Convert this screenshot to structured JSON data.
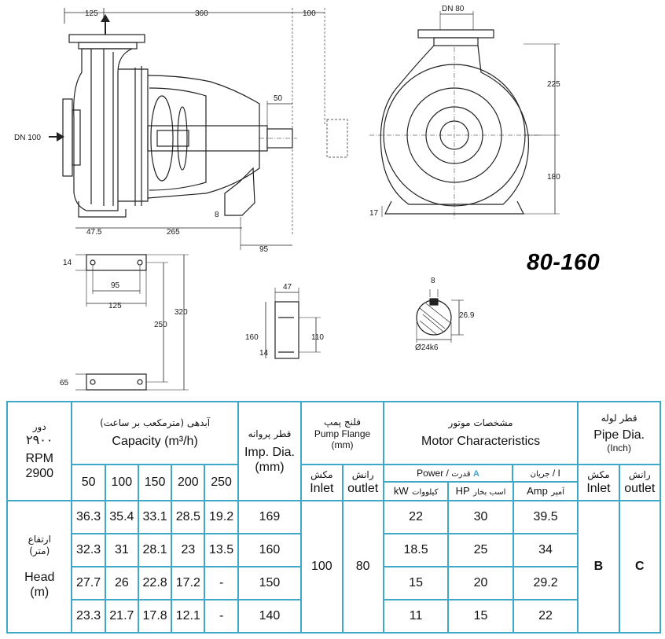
{
  "model": "80-160",
  "dimensions": {
    "top": [
      "125",
      "360",
      "100",
      "DN 80"
    ],
    "side": [
      "DN 100",
      "50",
      "8",
      "47.5",
      "265",
      "95",
      "225",
      "180",
      "17"
    ],
    "base": [
      "14",
      "95",
      "125",
      "250",
      "320",
      "65"
    ],
    "flange": [
      "47",
      "160",
      "110",
      "14"
    ],
    "shaft": [
      "8",
      "26.9",
      "Ø24k6"
    ]
  },
  "table": {
    "speed_fa": "دور",
    "speed_fa_num": "۲۹۰۰",
    "rpm_label": "RPM",
    "rpm_value": "2900",
    "head_fa": "ارتفاع",
    "head_fa_unit": "(متر)",
    "head_en": "Head",
    "head_unit": "(m)",
    "capacity_fa": "آبدهی (مترمکعب بر ساعت)",
    "capacity_en": "Capacity (m³/h)",
    "capacity_cols": [
      "50",
      "100",
      "150",
      "200",
      "250"
    ],
    "imp_fa": "قطر پروانه",
    "imp_en": "Imp. Dia.",
    "imp_unit": "(mm)",
    "flange_fa": "فلنج پمپ",
    "flange_en": "Pump Flange",
    "flange_unit": "(mm)",
    "flange_inlet_fa": "مکش",
    "flange_inlet_en": "Inlet",
    "flange_outlet_fa": "رانش",
    "flange_outlet_en": "outlet",
    "motor_fa": "مشخصات موتور",
    "motor_en": "Motor Characteristics",
    "power_en": "Power",
    "power_sep": "/",
    "power_fa": "قدرت",
    "power_letter": "A",
    "current_fa": "جریان",
    "current_sep": "/",
    "current_en": "I",
    "kw_en": "kW",
    "kw_fa": "کیلووات",
    "hp_en": "HP",
    "hp_fa": "اسب بخار",
    "amp_en": "Amp",
    "amp_fa": "آمپر",
    "pipe_fa": "قطر لوله",
    "pipe_en": "Pipe Dia.",
    "pipe_unit": "(Inch)",
    "pipe_inlet_fa": "مکش",
    "pipe_inlet_en": "Inlet",
    "pipe_outlet_fa": "رانش",
    "pipe_outlet_en": "outlet",
    "inlet_mm": "100",
    "outlet_mm": "80",
    "pipe_inlet_val": "B",
    "pipe_outlet_val": "C",
    "rows": [
      {
        "heads": [
          "36.3",
          "35.4",
          "33.1",
          "28.5",
          "19.2"
        ],
        "imp": "169",
        "kw": "22",
        "hp": "30",
        "amp": "39.5"
      },
      {
        "heads": [
          "32.3",
          "31",
          "28.1",
          "23",
          "13.5"
        ],
        "imp": "160",
        "kw": "18.5",
        "hp": "25",
        "amp": "34"
      },
      {
        "heads": [
          "27.7",
          "26",
          "22.8",
          "17.2",
          "-"
        ],
        "imp": "150",
        "kw": "15",
        "hp": "20",
        "amp": "29.2"
      },
      {
        "heads": [
          "23.3",
          "21.7",
          "17.8",
          "12.1",
          "-"
        ],
        "imp": "140",
        "kw": "11",
        "hp": "15",
        "amp": "22"
      }
    ]
  }
}
